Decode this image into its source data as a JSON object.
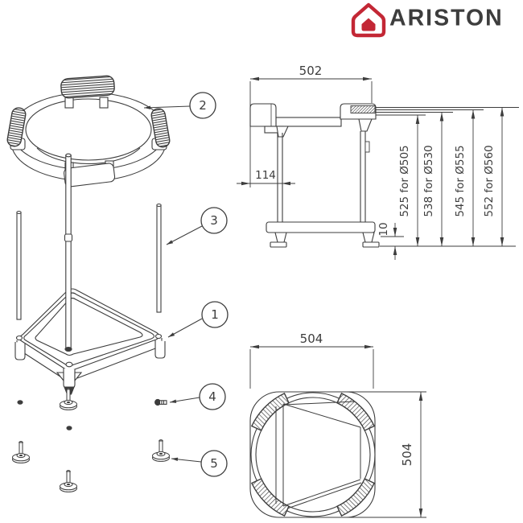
{
  "brand": {
    "name": "ARISTON",
    "color": "#c32735",
    "icon": "house-icon"
  },
  "drawing": {
    "line_color": "#3d3d3d",
    "background": "#ffffff"
  },
  "exploded_view": {
    "callouts": {
      "base_frame": "1",
      "top_ring": "2",
      "support_rods": "3",
      "screw": "4",
      "adjustable_foot": "5"
    }
  },
  "side_view": {
    "width_dim": "502",
    "leg_offset_dim": "114",
    "foot_clearance_dim": "10",
    "height_dims": [
      "525 for Ø505",
      "538 for Ø530",
      "545 for Ø555",
      "552 for Ø560"
    ]
  },
  "top_view": {
    "width_dim": "504",
    "depth_dim": "504"
  }
}
